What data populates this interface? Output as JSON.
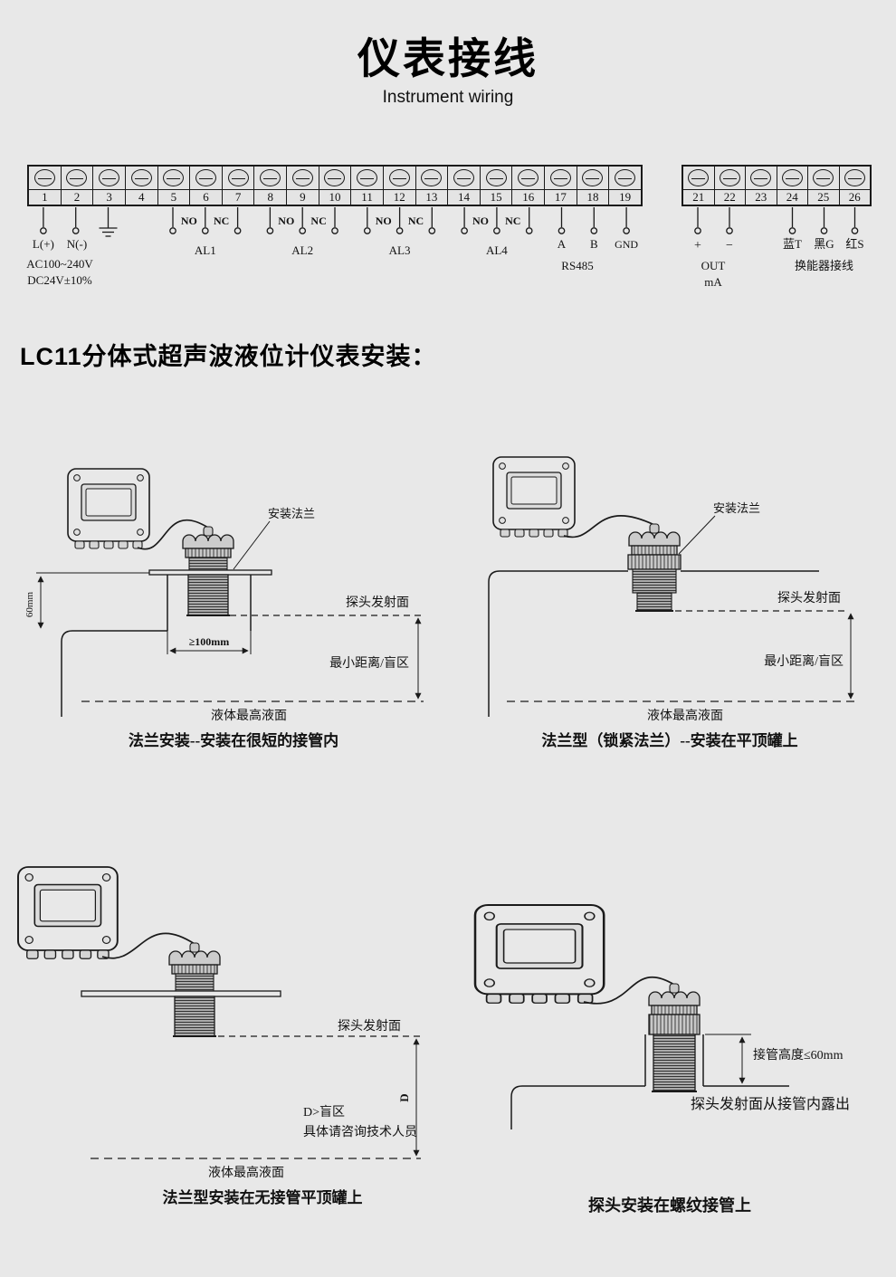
{
  "header": {
    "title": "仪表接线",
    "subtitle": "Instrument wiring"
  },
  "terminal_block": {
    "left_numbers": [
      "1",
      "2",
      "3",
      "4",
      "5",
      "6",
      "7",
      "8",
      "9",
      "10",
      "11",
      "12",
      "13",
      "14",
      "15",
      "16",
      "17",
      "18",
      "19"
    ],
    "right_numbers": [
      "21",
      "22",
      "23",
      "24",
      "25",
      "26"
    ],
    "power": {
      "line": "L(+)",
      "neutral": "N(-)",
      "spec_line1": "AC100~240V",
      "spec_line2": "DC24V±10%"
    },
    "relays": [
      {
        "no": "NO",
        "nc": "NC",
        "name": "AL1"
      },
      {
        "no": "NO",
        "nc": "NC",
        "name": "AL2"
      },
      {
        "no": "NO",
        "nc": "NC",
        "name": "AL3"
      },
      {
        "no": "NO",
        "nc": "NC",
        "name": "AL4"
      }
    ],
    "rs485": {
      "a": "A",
      "b": "B",
      "gnd": "GND",
      "name": "RS485"
    },
    "current_out": {
      "plus": "+",
      "minus": "−",
      "line1": "OUT",
      "line2": "mA"
    },
    "transducer": {
      "blue": "蓝T",
      "black": "黑G",
      "red": "红S",
      "name": "换能器接线"
    }
  },
  "section": {
    "heading": "LC11分体式超声波液位计仪表安装："
  },
  "diagrams": {
    "d1": {
      "flange_label": "安装法兰",
      "dim_60": "60mm",
      "dim_100": "≥100mm",
      "probe_face_label": "探头发射面",
      "min_distance_label": "最小距离/盲区",
      "liquid_label": "液体最高液面",
      "caption": "法兰安装--安装在很短的接管内"
    },
    "d2": {
      "flange_label": "安装法兰",
      "probe_face_label": "探头发射面",
      "min_distance_label": "最小距离/盲区",
      "liquid_label": "液体最高液面",
      "caption": "法兰型（锁紧法兰）--安装在平顶罐上"
    },
    "d3": {
      "probe_face_label": "探头发射面",
      "d_label": "D",
      "blind_label": "D>盲区",
      "consult_label": "具体请咨询技术人员",
      "liquid_label": "液体最高液面",
      "caption": "法兰型安装在无接管平顶罐上"
    },
    "d4": {
      "pipe_height_label": "接管高度≤60mm",
      "probe_face_label": "探头发射面从接管内露出",
      "caption": "探头安装在螺纹接管上"
    }
  }
}
